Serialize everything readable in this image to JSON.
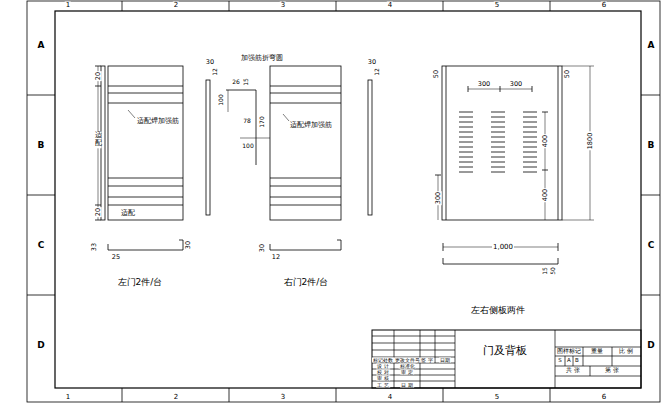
{
  "diagram": {
    "title": "门及背板",
    "labels": [
      "1",
      "2",
      "3",
      "4",
      "5",
      "6",
      "A",
      "B",
      "C",
      "D",
      "A",
      "B",
      "C",
      "D",
      "1",
      "2",
      "3",
      "4",
      "5",
      "6",
      "20",
      "适配",
      "20",
      "适配焊加强筋",
      "适配",
      "33",
      "25",
      "30",
      "左门2件/台",
      "加强筋折弯圆",
      "30",
      "12",
      "26",
      "15",
      "100",
      "78",
      "170",
      "100",
      "适配焊加强筋",
      "30",
      "12",
      "右门2件/台",
      "30",
      "12",
      "50",
      "50",
      "300",
      "300",
      "1800",
      "400",
      "400",
      "300",
      "1,000",
      "15",
      "50",
      "左右侧板两件",
      "标记处数",
      "更改文件号",
      "签 字",
      "日期",
      "设 计",
      "标准化",
      "校 对",
      "审 定",
      "审 核",
      "工 艺",
      "日 期",
      "图样标记",
      "重量",
      "比 例",
      "S",
      "A",
      "B",
      "共 张",
      "第 张"
    ]
  }
}
